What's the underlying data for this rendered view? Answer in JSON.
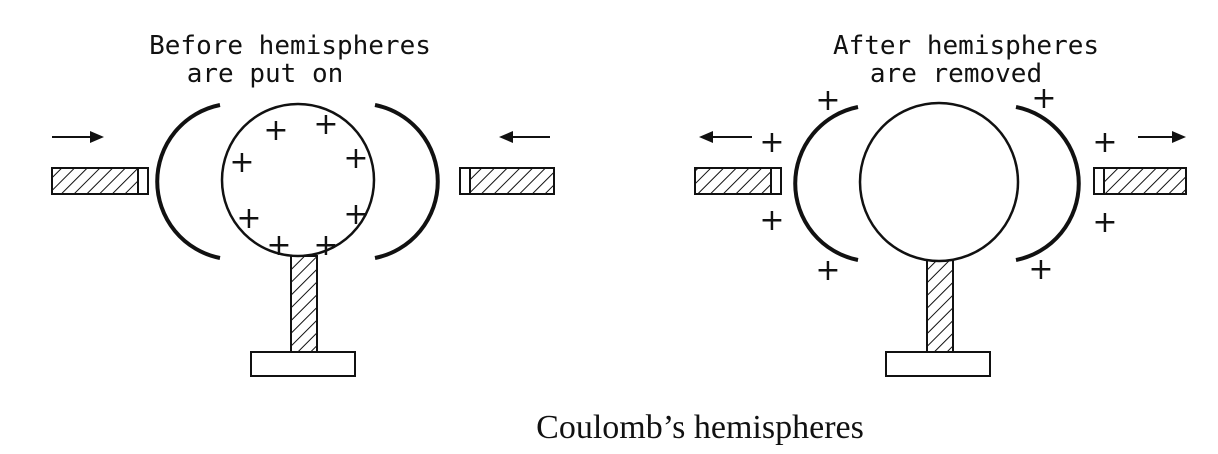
{
  "left_panel": {
    "label_line1": "Before hemispheres",
    "label_line2": "are put on",
    "charge_symbol": "+"
  },
  "right_panel": {
    "label_line1": "After hemispheres",
    "label_line2": "are removed",
    "charge_symbol": "+"
  },
  "caption": "Coulomb’s hemispheres",
  "colors": {
    "ink": "#111111",
    "background": "#ffffff"
  }
}
